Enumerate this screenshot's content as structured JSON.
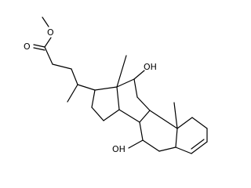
{
  "molecule": {
    "atoms": {
      "ester_o_methoxy": "O",
      "ester_o_carbonyl": "O",
      "oh_c12": "OH",
      "oh_c7": "OH"
    }
  }
}
